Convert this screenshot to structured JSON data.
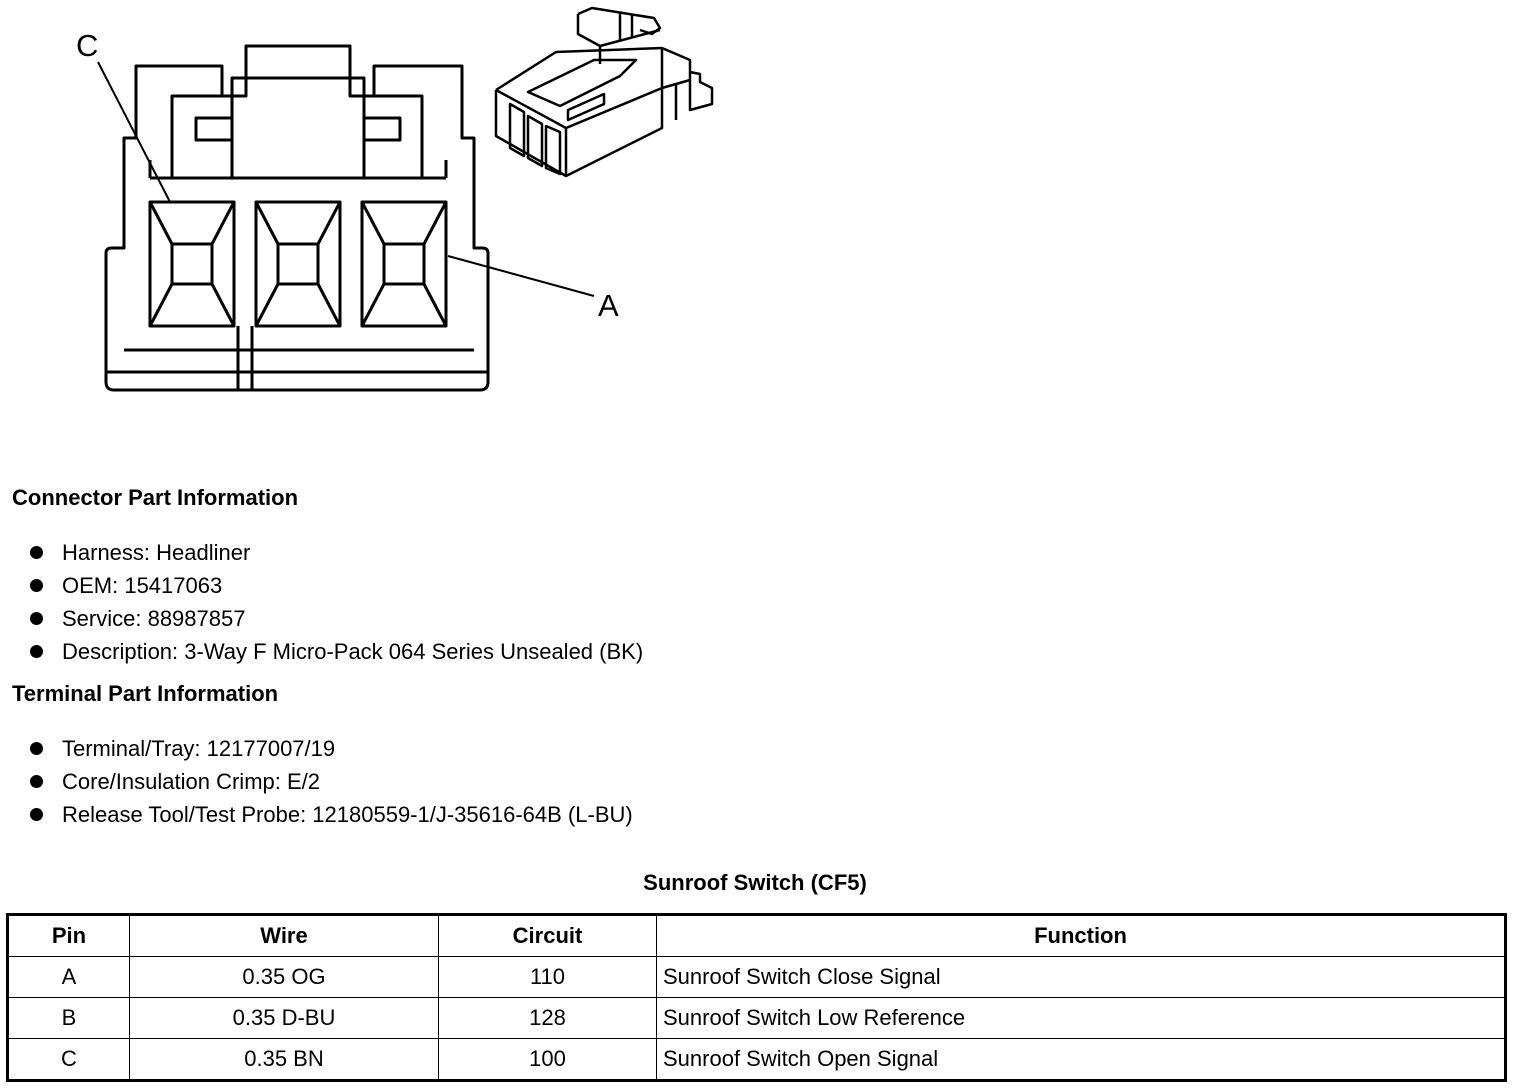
{
  "diagram": {
    "callout_c": "C",
    "callout_a": "A"
  },
  "connector_section": {
    "title": "Connector Part Information",
    "items": [
      "Harness: Headliner",
      "OEM: 15417063",
      "Service: 88987857",
      "Description: 3-Way F Micro-Pack 064 Series Unsealed (BK)"
    ]
  },
  "terminal_section": {
    "title": "Terminal Part Information",
    "items": [
      "Terminal/Tray: 12177007/19",
      "Core/Insulation Crimp: E/2",
      "Release Tool/Test Probe: 12180559-1/J-35616-64B (L-BU)"
    ]
  },
  "pin_table": {
    "title": "Sunroof Switch (CF5)",
    "headers": [
      "Pin",
      "Wire",
      "Circuit",
      "Function"
    ],
    "rows": [
      [
        "A",
        "0.35 OG",
        "110",
        "Sunroof Switch Close Signal"
      ],
      [
        "B",
        "0.35 D-BU",
        "128",
        "Sunroof Switch Low Reference"
      ],
      [
        "C",
        "0.35 BN",
        "100",
        "Sunroof Switch Open Signal"
      ]
    ]
  }
}
